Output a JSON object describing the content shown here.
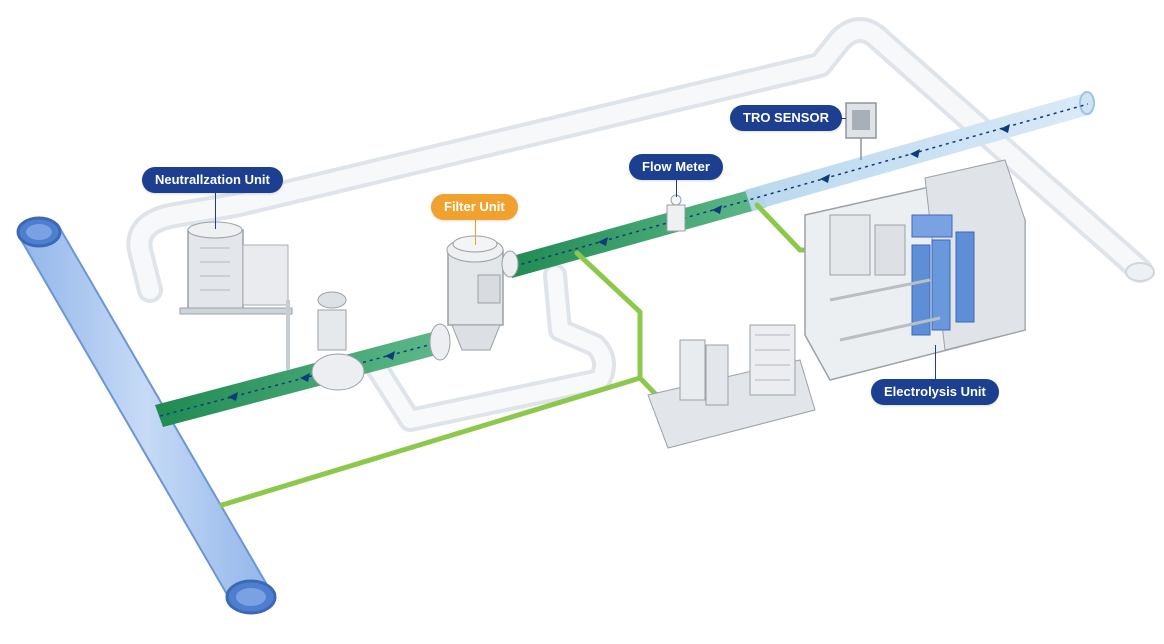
{
  "labels": {
    "neutralization": "Neutrallzation Unit",
    "filter": "Filter Unit",
    "flow_meter": "Flow Meter",
    "tro_sensor": "TRO SENSOR",
    "electrolysis": "Electrolysis Unit"
  },
  "colors": {
    "label_blue": "#1c3f8f",
    "label_orange": "#f0a12e",
    "green_pipe": "#2e9c5a",
    "light_blue_pipe": "#a8c8ee",
    "dosing_line": "#8cc84b"
  }
}
